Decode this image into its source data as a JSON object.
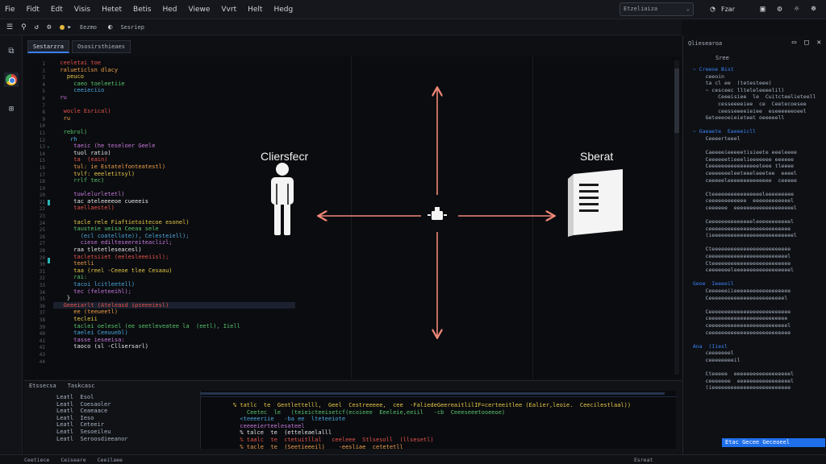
{
  "menubar": {
    "items": [
      "Fie",
      "Fidt",
      "Edt",
      "Visis",
      "Hetet",
      "Betis",
      "Hed",
      "Viewe",
      "Vvrt",
      "Helt",
      "Hedg"
    ],
    "search_value": "Etzeliaiza",
    "top_icons": [
      "bell-icon",
      "help-icon",
      "square-icon",
      "gear-icon"
    ],
    "top_label": "Fzar"
  },
  "toolbar": {
    "labels": [
      "Eezmo",
      "Sesriep"
    ]
  },
  "editor": {
    "tabs": [
      "Sestarzra",
      "Ososirsthieaes"
    ],
    "line_numbers": [
      "1",
      "2",
      "3",
      "4",
      "5",
      "6",
      "7",
      "8",
      "9",
      "10",
      "11",
      "12",
      "13",
      "14",
      "15",
      "16",
      "17",
      "18",
      "19",
      "20",
      "21",
      "22",
      "23",
      "24",
      "25",
      "26",
      "27",
      "28",
      "29",
      "30",
      "31",
      "32",
      "33",
      "34",
      "35",
      "36",
      "37",
      "38",
      "39",
      "40",
      "41",
      "42",
      "43",
      "44"
    ],
    "code_lines": [
      "  ceeletai toe",
      "  ralueticlsn dlacy",
      "    peuco",
      "      caeo toeleetiie",
      "      ceeieciio",
      "  ru",
      "",
      "   wocle Esrical)",
      "   ru",
      "",
      "   rebrol)",
      "     rh",
      "      taeic (he teseloer Geele",
      "      tuol ratio)",
      "      ta  (eain)",
      "      tul: ie Estatelfonteatestl)",
      "      tvlf: eeeletitsyl)",
      "      rrlf tec)",
      "",
      "      tuwlelurletetl)",
      "      tac ateleeeeoe cueeeis",
      "      taellaestel)",
      "",
      "      tacle rele Fiaftietoitecoe esonel)",
      "      tausteie ueisa Ceeaa sele",
      "        (ecl coatellote)), Celesteiell);",
      "        ciese edilteseereiteaclizl;",
      "      raa tletetleseacesl)",
      "      tacletsiiet (eelesleeeiisl);",
      "      teetli",
      "      taa (reel -Ceeoe tlee Cesaau)",
      "      rai:",
      "      tacoi lcitleetell)",
      "      tec (feleteeihl);",
      "    }",
      "   Geeeiarlt (Ateleasd ipseeeiesl)",
      "      ee (teeueetl)",
      "      tecleii",
      "      taclei oelesel (ee seetleveatee la  (eetl), Iiell",
      "      taelei Ceeuuebl)",
      "      tasse ieseeisa:",
      "      taoco (sl -Cllsersarl)",
      "",
      ""
    ]
  },
  "diagram": {
    "client_label": "Cliersfecr",
    "server_label": "Sberat"
  },
  "panel": {
    "tabs": [
      "Etssecsa",
      "Taskcasc",
      "Esreat"
    ],
    "list": [
      "Leatl  Esol",
      "Leatl  Coesaoler",
      "Leatl  Ceaeaace",
      "Leatl  Ieso",
      "Leatl  Ceteeir",
      "Leatl  Sesoeileu",
      "Leatl  Seroosdieeanor"
    ],
    "output": [
      "% tatlc  te  Gentlettelll,  Geel  Cestreeeee,  cee  -FaliedeGeereaitlilIF=certeeitlee (Ealier,leoie.  Ceecilestlaal))",
      "    Ceetec  le   (teieicteeisetcf(ecoieee  Eeeleie,eeiil   -cb  Ceeeseeetooeeoe)",
      "  <teeeeriie   -ba ee  lteteeiote",
      "  ceeeeierteelesateel",
      "  % talce  te  (etteleaelalll",
      "  % taalc  te  ctetuitllal   ceeleee  Stlsesoll  (llsesetl)",
      "  % tacle  te  (Seetieeeil)    -eesliae  cetetetll"
    ]
  },
  "statusbar": {
    "items": [
      "Ceetiece",
      "Ceiseare",
      "Ceeilaee"
    ]
  },
  "rightpanel": {
    "header": "Qliesearoa",
    "tab": "Sree",
    "tree": [
      "  ~ Creeoe Bist",
      "      ceeoin",
      "      ta cl ee  (tetesteee)",
      "      ~ cesceec llteleleeeelil)",
      "          Ceeeisiee  le  Cuitcteelieteell",
      "          cesseeeeiee  ce  Ceetecoesee",
      "          ceesseeeeieiee  eseeeeeeoeel",
      "      Geteeeoeieieteet oeeeeell",
      "",
      "  ~ Gaeaete  Eaeeeicll",
      "      Ceeeerteeel",
      "",
      "      Caeeeeieeeeetisieete eeeleeee",
      "      Ceeeeeetieeelieeeeeee eeeeee",
      "      Ceeeeeeeeeeeeeeeeteee tleeee",
      "      ceeeeeeeleeteeeleeetee  eeeel",
      "      ceeeeeleeeeeeeeeeeeee  ceeeee",
      "",
      "      Cteeeeeeeeeeeeeeeeleeeeeeeee",
      "      ceeeeeeeeeeee  eeeeeeeeeeeel",
      "      ceeeeee  eeeeeeeeeeeeeeeeeeel",
      "",
      "      Ceeeeeeeeeeeeeeleeeeeeeeeeel",
      "      ceeeeeeeeeeeeeeeeeeeeeeeeee",
      "      (ieeeeeeeeeeeeeeeeeeeeeeeeeel",
      "",
      "      Cteeeeeeeeeeeeeeeeeeeeeeeee",
      "      ceeeeeeeeeeeeeeeeeeeeeeeeel",
      "      Cteeeeeeeeeeeeeeeeeeeeeeeee",
      "      ceeeeeeeleeeeeeeeeeeeeeeeeel",
      "",
      "  Geoe  Ieeeeil",
      "      Ceeeeeeiieeeeeeeeeeeeeeeeee",
      "      Ceeeeeeeeeeeeeeeeeeeeeeeel",
      "",
      "      Ceeeeeeeeeeeeeeeeeeeeeeeeee",
      "      ceeeeeeeeeeeeeeeeeeeeeeeee",
      "      ceeeeeeeeeeeeeeeeeeeeeeeeel",
      "      ceeeeeeeeeeeeeeeeeeeeeeeeee",
      "",
      "  Ana  (Iiesl",
      "      ceeeeeeel",
      "      ceeeeeeeeil",
      "",
      "      Cteeeee  eeeeeeeeeeeeeeeeeel",
      "      ceeeeeee  eeeeeeeeeeeeeeeeel",
      "      (ieeeeeeeeeeeeeeeeeeeeeeeee"
    ],
    "selected": "Etac  Gecee  Geceoeel"
  },
  "colors": {
    "accent": "#3b82f6",
    "arrow": "#f08878",
    "code_palette": [
      "#e5534b",
      "#f0a04b",
      "#e6c84a",
      "#57c46d",
      "#4aa8e0",
      "#c678dd",
      "#e8e8e8"
    ]
  }
}
